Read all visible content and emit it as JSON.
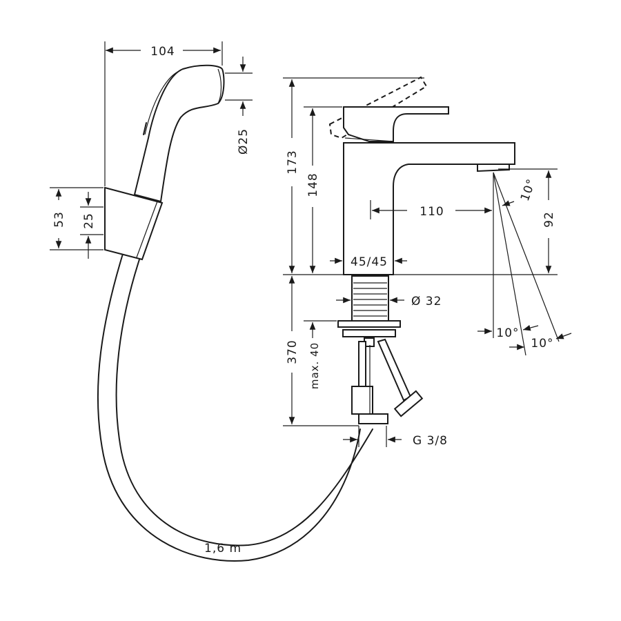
{
  "drawing": {
    "shower_width": "104",
    "hose_diameter": "Ø25",
    "holder_height": "53",
    "holder_inner": "25",
    "total_height": "173",
    "body_height": "148",
    "spout_reach": "110",
    "spout_angle": "10°",
    "spout_height": "92",
    "body_size": "45/45",
    "shank_diameter": "Ø 32",
    "shank_length": "370",
    "max_deck": "max. 40",
    "connection": "G 3/8",
    "spray_angle_left": "10°",
    "spray_angle_right": "10°",
    "hose_length": "1,6 m"
  }
}
